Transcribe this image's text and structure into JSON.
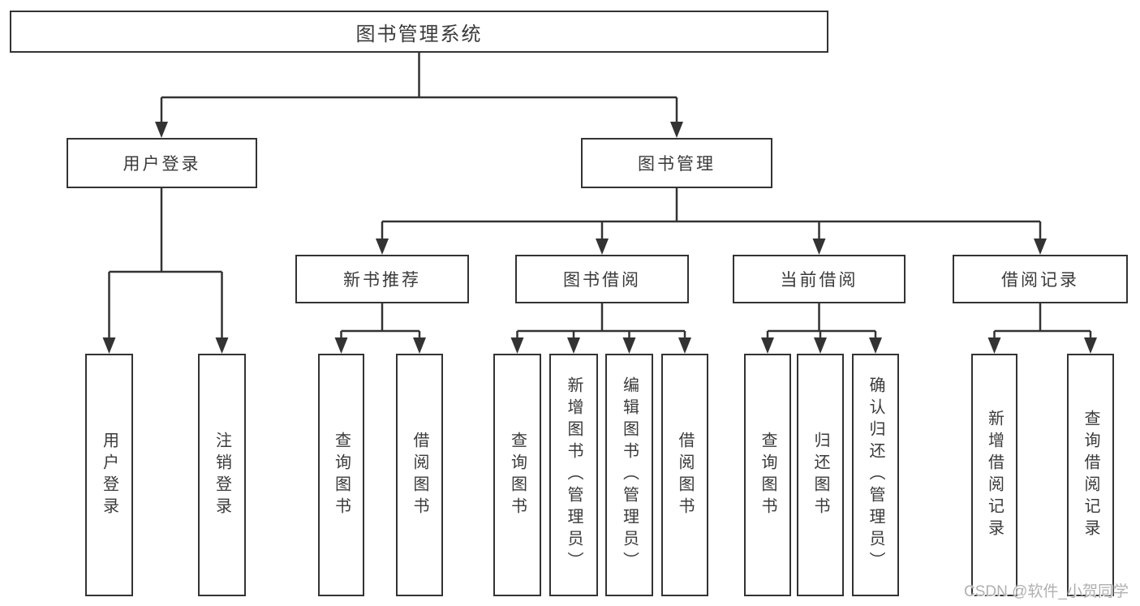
{
  "diagram": {
    "title": "图书管理系统",
    "tree": {
      "root": {
        "label": "图书管理系统",
        "children": [
          {
            "label": "用户登录",
            "children": [
              {
                "label": "用户登录"
              },
              {
                "label": "注销登录"
              }
            ]
          },
          {
            "label": "图书管理",
            "children": [
              {
                "label": "新书推荐",
                "children": [
                  {
                    "label": "查询图书"
                  },
                  {
                    "label": "借阅图书"
                  }
                ]
              },
              {
                "label": "图书借阅",
                "children": [
                  {
                    "label": "查询图书"
                  },
                  {
                    "label": "新增图书（管理员）"
                  },
                  {
                    "label": "编辑图书（管理员）"
                  },
                  {
                    "label": "借阅图书"
                  }
                ]
              },
              {
                "label": "当前借阅",
                "children": [
                  {
                    "label": "查询图书"
                  },
                  {
                    "label": "归还图书"
                  },
                  {
                    "label": "确认归还（管理员）"
                  }
                ]
              },
              {
                "label": "借阅记录",
                "children": [
                  {
                    "label": "新增借阅记录"
                  },
                  {
                    "label": "查询借阅记录"
                  }
                ]
              }
            ]
          }
        ]
      }
    },
    "line_color": "#333333",
    "watermark": {
      "text": "CSDN @软件_小贺同学"
    }
  }
}
